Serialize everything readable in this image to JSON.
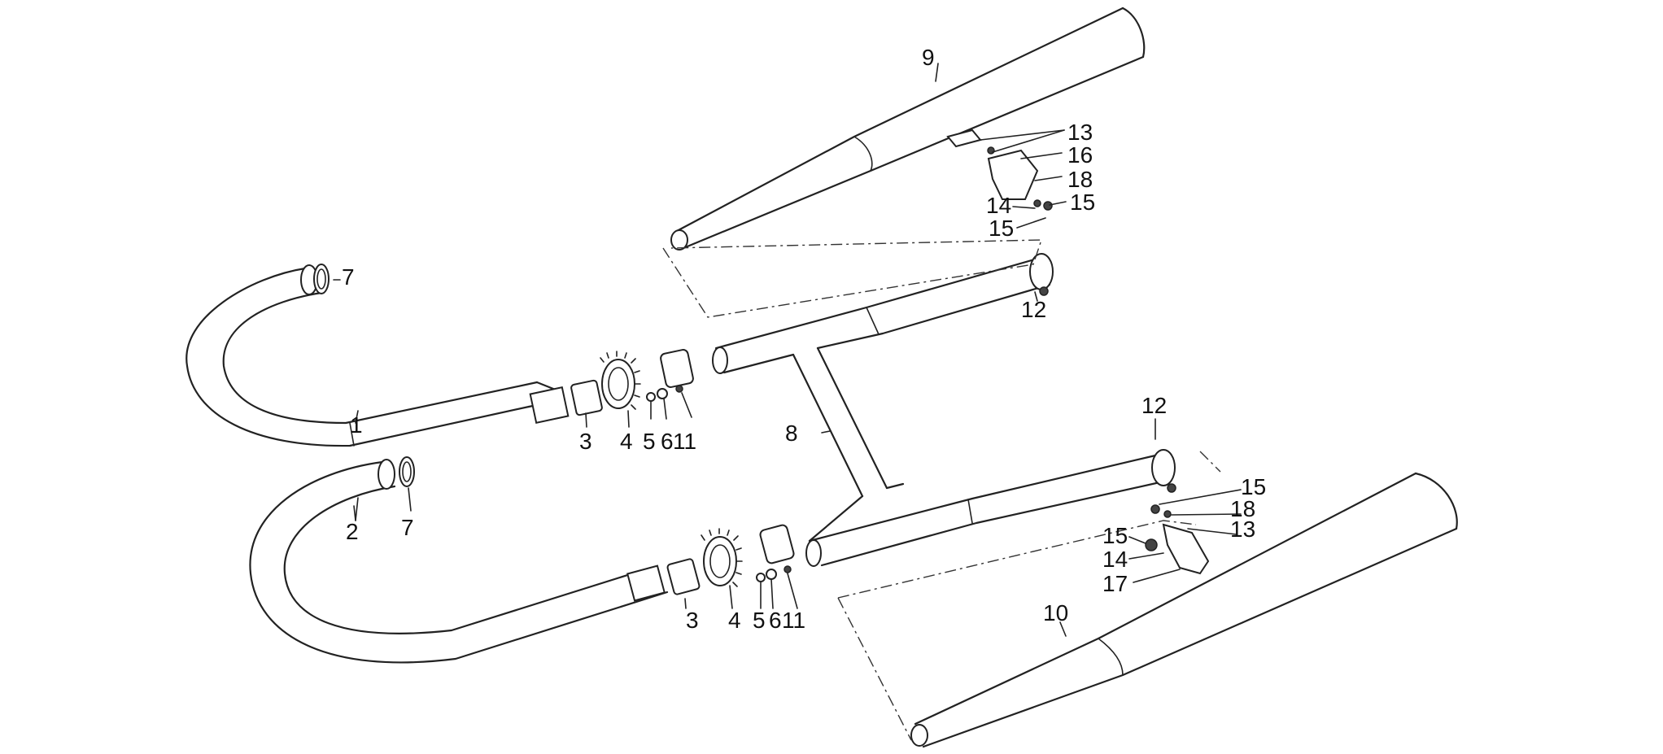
{
  "diagram": {
    "labels": {
      "p1": "1",
      "p2": "2",
      "p3a": "3",
      "p3b": "3",
      "p4a": "4",
      "p4b": "4",
      "p5a": "5",
      "p5b": "5",
      "p6a": "6",
      "p6b": "6",
      "p7a": "7",
      "p7b": "7",
      "p8": "8",
      "p9": "9",
      "p10": "10",
      "p11a": "11",
      "p11b": "11",
      "p12a": "12",
      "p12b": "12",
      "p13a": "13",
      "p13b": "13",
      "p14a": "14",
      "p14b": "14",
      "p15a": "15",
      "p15b": "15",
      "p15c": "15",
      "p15d": "15",
      "p16": "16",
      "p17": "17",
      "p18a": "18",
      "p18b": "18"
    }
  }
}
